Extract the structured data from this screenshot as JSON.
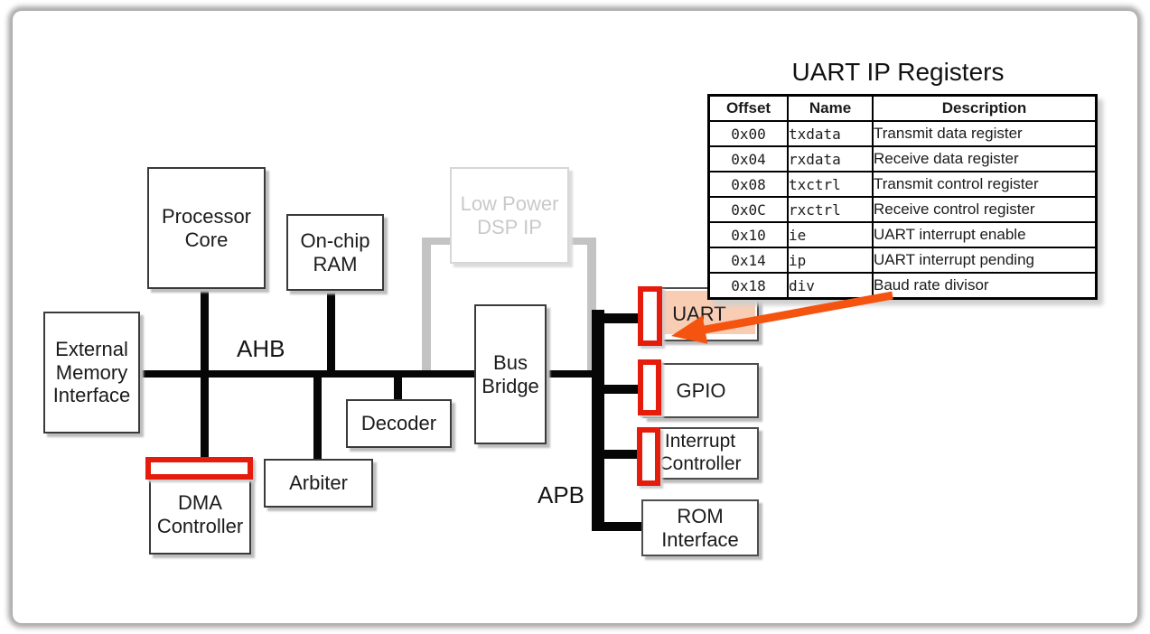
{
  "slide": {
    "table_title": "UART IP Registers",
    "register_table": {
      "columns": [
        "Offset",
        "Name",
        "Description"
      ],
      "rows": [
        {
          "offset": "0x00",
          "name": "txdata",
          "description": "Transmit data register"
        },
        {
          "offset": "0x04",
          "name": "rxdata",
          "description": "Receive data register"
        },
        {
          "offset": "0x08",
          "name": "txctrl",
          "description": "Transmit control register"
        },
        {
          "offset": "0x0C",
          "name": "rxctrl",
          "description": "Receive control register"
        },
        {
          "offset": "0x10",
          "name": "ie",
          "description": "UART interrupt enable"
        },
        {
          "offset": "0x14",
          "name": "ip",
          "description": "UART interrupt pending"
        },
        {
          "offset": "0x18",
          "name": "div",
          "description": "Baud rate divisor"
        }
      ]
    },
    "blocks": {
      "processor_core": "Processor Core",
      "onchip_ram": "On-chip RAM",
      "external_memory_interface": "External Memory Interface",
      "dma_controller": "DMA Controller",
      "arbiter": "Arbiter",
      "decoder": "Decoder",
      "bus_bridge": "Bus Bridge",
      "low_power_dsp_ip": "Low Power DSP IP",
      "uart": "UART",
      "gpio": "GPIO",
      "interrupt_controller": "Interrupt Controller",
      "rom_interface": "ROM Interface"
    },
    "bus_labels": {
      "ahb": "AHB",
      "apb": "APB"
    }
  },
  "colors": {
    "highlight_red": "#e51c0c",
    "arrow_orange": "#f4540f",
    "uart_fill": "#f8cdb4",
    "bus_black": "#060606",
    "dsp_gray": "#c9c9c9",
    "connector_gray": "#c3c3c3"
  }
}
